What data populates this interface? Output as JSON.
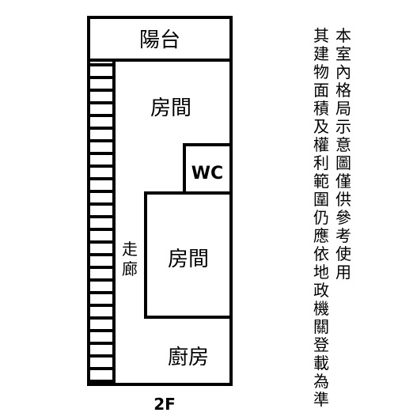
{
  "title": "2F",
  "rooms": {
    "balcony": "陽台",
    "bedroom_upper": "房間",
    "wc": "WC",
    "bedroom_lower": "房間",
    "kitchen": "廚房",
    "corridor_line1": "走",
    "corridor_line2": "廊"
  },
  "disclaimer": {
    "line1": "本室內格局示意圖僅供參考使用",
    "line2": "其建物面積及權利範圍仍應依地政機關登載為準"
  },
  "colors": {
    "stroke": "#000000",
    "background": "#ffffff"
  }
}
